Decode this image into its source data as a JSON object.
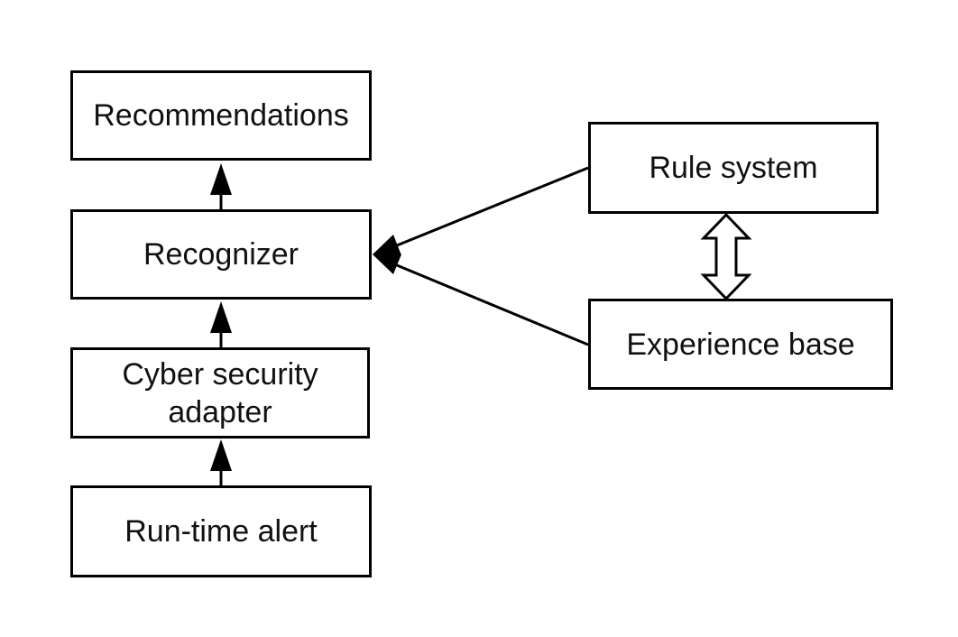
{
  "nodes": {
    "recommendations": "Recommendations",
    "recognizer": "Recognizer",
    "adapter": "Cyber security\nadapter",
    "alert": "Run-time alert",
    "rule_system": "Rule system",
    "experience_base": "Experience base"
  },
  "edges": [
    {
      "from": "alert",
      "to": "adapter",
      "style": "solid-arrow"
    },
    {
      "from": "adapter",
      "to": "recognizer",
      "style": "solid-arrow"
    },
    {
      "from": "recognizer",
      "to": "recommendations",
      "style": "solid-arrow"
    },
    {
      "from": "rule_system",
      "to": "recognizer",
      "style": "solid-arrow"
    },
    {
      "from": "experience_base",
      "to": "recognizer",
      "style": "solid-arrow"
    },
    {
      "from": "rule_system",
      "to": "experience_base",
      "style": "hollow-double-arrow"
    }
  ],
  "colors": {
    "stroke": "#000000",
    "background": "#ffffff",
    "text": "#111111"
  }
}
